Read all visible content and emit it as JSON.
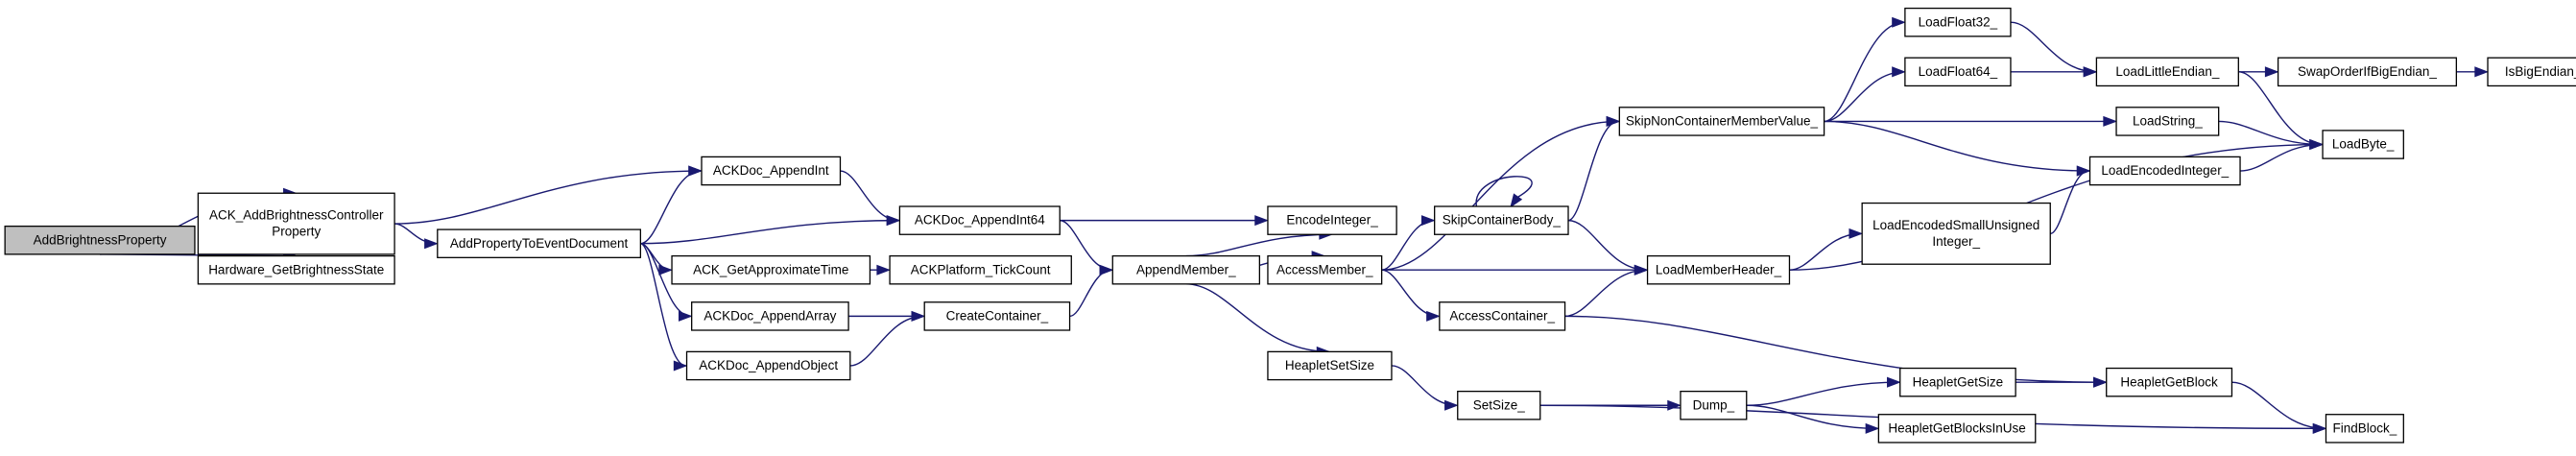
{
  "diagram": {
    "type": "call-graph",
    "colors": {
      "edge": "#191970",
      "node_border": "#000000",
      "node_fill": "#ffffff",
      "root_fill": "#bfbfbf",
      "text": "#000000"
    },
    "nodes": [
      {
        "id": "n0",
        "lines": [
          "AddBrightnessProperty"
        ],
        "root": true
      },
      {
        "id": "n1",
        "lines": [
          "ACK_AddBrightnessController",
          "Property"
        ]
      },
      {
        "id": "n2",
        "lines": [
          "Hardware_GetBrightnessState"
        ]
      },
      {
        "id": "n3",
        "lines": [
          "AddPropertyToEventDocument"
        ]
      },
      {
        "id": "n4",
        "lines": [
          "ACKDoc_AppendInt"
        ]
      },
      {
        "id": "n5",
        "lines": [
          "ACKDoc_AppendInt64"
        ]
      },
      {
        "id": "n6",
        "lines": [
          "ACK_GetApproximateTime"
        ]
      },
      {
        "id": "n7",
        "lines": [
          "ACKDoc_AppendArray"
        ]
      },
      {
        "id": "n8",
        "lines": [
          "ACKDoc_AppendObject"
        ]
      },
      {
        "id": "n9",
        "lines": [
          "ACKPlatform_TickCount"
        ]
      },
      {
        "id": "n10",
        "lines": [
          "CreateContainer_"
        ]
      },
      {
        "id": "n11",
        "lines": [
          "EncodeInteger_"
        ]
      },
      {
        "id": "n12",
        "lines": [
          "AppendMember_"
        ]
      },
      {
        "id": "n13",
        "lines": [
          "AccessMember_"
        ]
      },
      {
        "id": "n14",
        "lines": [
          "HeapletSetSize"
        ]
      },
      {
        "id": "n15",
        "lines": [
          "SkipContainerBody_"
        ]
      },
      {
        "id": "n16",
        "lines": [
          "AccessContainer_"
        ]
      },
      {
        "id": "n17",
        "lines": [
          "SetSize_"
        ]
      },
      {
        "id": "n18",
        "lines": [
          "SkipNonContainerMemberValue_"
        ]
      },
      {
        "id": "n19",
        "lines": [
          "LoadMemberHeader_"
        ]
      },
      {
        "id": "n20",
        "lines": [
          "Dump_"
        ]
      },
      {
        "id": "n21",
        "lines": [
          "LoadFloat32_"
        ]
      },
      {
        "id": "n22",
        "lines": [
          "LoadFloat64_"
        ]
      },
      {
        "id": "n23",
        "lines": [
          "LoadEncodedSmallUnsigned",
          "Integer_"
        ]
      },
      {
        "id": "n24",
        "lines": [
          "HeapletGetSize"
        ]
      },
      {
        "id": "n25",
        "lines": [
          "HeapletGetBlocksInUse"
        ]
      },
      {
        "id": "n26",
        "lines": [
          "LoadLittleEndian_"
        ]
      },
      {
        "id": "n27",
        "lines": [
          "LoadString_"
        ]
      },
      {
        "id": "n28",
        "lines": [
          "LoadEncodedInteger_"
        ]
      },
      {
        "id": "n29",
        "lines": [
          "HeapletGetBlock"
        ]
      },
      {
        "id": "n30",
        "lines": [
          "SwapOrderIfBigEndian_"
        ]
      },
      {
        "id": "n31",
        "lines": [
          "LoadByte_"
        ]
      },
      {
        "id": "n32",
        "lines": [
          "FindBlock_"
        ]
      },
      {
        "id": "n33",
        "lines": [
          "IsBigEndian_"
        ]
      }
    ],
    "edges": [
      [
        "n0",
        "n1"
      ],
      [
        "n0",
        "n2"
      ],
      [
        "n1",
        "n3"
      ],
      [
        "n1",
        "n4"
      ],
      [
        "n3",
        "n4"
      ],
      [
        "n3",
        "n5"
      ],
      [
        "n3",
        "n6"
      ],
      [
        "n3",
        "n7"
      ],
      [
        "n3",
        "n8"
      ],
      [
        "n4",
        "n5"
      ],
      [
        "n5",
        "n11"
      ],
      [
        "n5",
        "n12"
      ],
      [
        "n6",
        "n9"
      ],
      [
        "n7",
        "n10"
      ],
      [
        "n8",
        "n10"
      ],
      [
        "n10",
        "n12"
      ],
      [
        "n12",
        "n11"
      ],
      [
        "n12",
        "n13"
      ],
      [
        "n12",
        "n14"
      ],
      [
        "n13",
        "n18"
      ],
      [
        "n13",
        "n15"
      ],
      [
        "n13",
        "n19"
      ],
      [
        "n13",
        "n16"
      ],
      [
        "n15",
        "n15"
      ],
      [
        "n15",
        "n18"
      ],
      [
        "n15",
        "n19"
      ],
      [
        "n16",
        "n19"
      ],
      [
        "n16",
        "n29"
      ],
      [
        "n14",
        "n17"
      ],
      [
        "n17",
        "n20"
      ],
      [
        "n17",
        "n32"
      ],
      [
        "n18",
        "n21"
      ],
      [
        "n18",
        "n22"
      ],
      [
        "n18",
        "n27"
      ],
      [
        "n18",
        "n28"
      ],
      [
        "n19",
        "n23"
      ],
      [
        "n19",
        "n31"
      ],
      [
        "n20",
        "n24"
      ],
      [
        "n20",
        "n25"
      ],
      [
        "n21",
        "n26"
      ],
      [
        "n22",
        "n26"
      ],
      [
        "n23",
        "n28"
      ],
      [
        "n24",
        "n29"
      ],
      [
        "n26",
        "n30"
      ],
      [
        "n26",
        "n31"
      ],
      [
        "n27",
        "n31"
      ],
      [
        "n28",
        "n31"
      ],
      [
        "n29",
        "n32"
      ],
      [
        "n30",
        "n33"
      ]
    ]
  }
}
